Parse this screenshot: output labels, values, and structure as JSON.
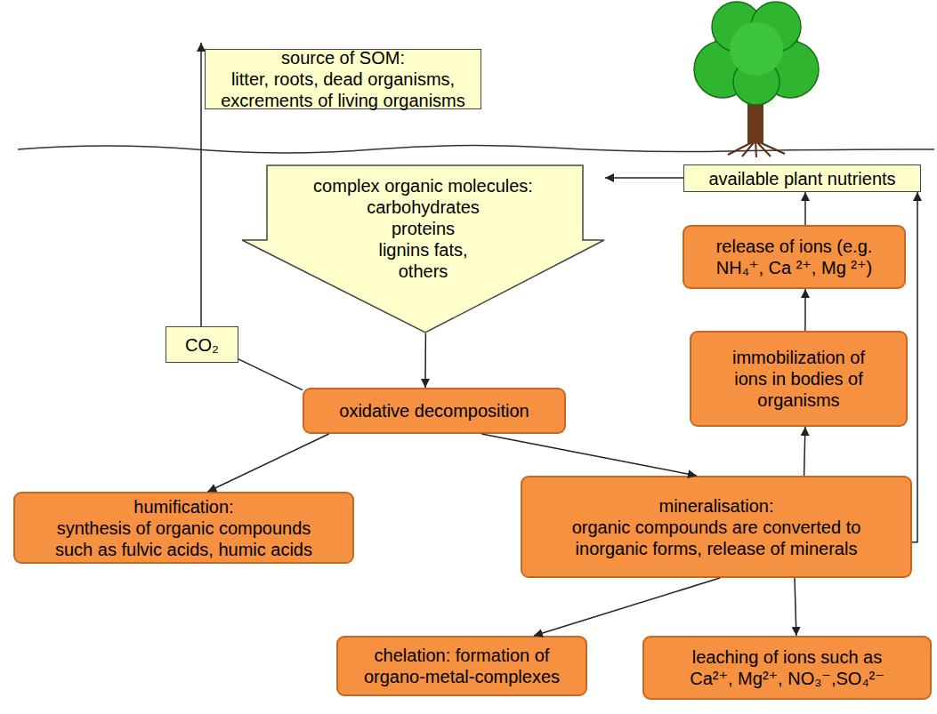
{
  "diagram": {
    "nodes": [
      {
        "text": [
          "source of SOM:",
          "litter, roots, dead organisms, excrements of living organisms"
        ]
      },
      {
        "text": [
          "available plant nutrients"
        ]
      },
      {
        "text": [
          "complex organic molecules:",
          "carbohydrates proteins lignins fats, others"
        ]
      },
      {
        "text": [
          "release of ions (e.g. NH₄⁺, Ca ²⁺, Mg ²⁺)"
        ]
      },
      {
        "text": [
          "CO₂"
        ]
      },
      {
        "text": [
          "immobilization of ions in bodies of organisms"
        ]
      },
      {
        "text": [
          "oxidative decomposition"
        ]
      },
      {
        "text": [
          "humification:",
          "synthesis of organic compounds such as fulvic acids, humic acids"
        ]
      },
      {
        "text": [
          "mineralisation:",
          "organic compounds are converted to inorganic forms, release of minerals"
        ]
      },
      {
        "text": [
          "chelation: formation of organo-metal-complexes"
        ]
      },
      {
        "text": [
          "leaching of ions such as Ca²⁺, Mg²⁺, NO₃⁻,SO₄²⁻"
        ]
      }
    ],
    "edges": [
      {
        "from": 1,
        "to": 2,
        "arrow": "to"
      },
      {
        "from": 2,
        "to": 6,
        "arrow": "to"
      },
      {
        "from": 4,
        "to": 6,
        "arrow": "none"
      },
      {
        "from": 6,
        "to": 7,
        "arrow": "to"
      },
      {
        "from": 6,
        "to": 8,
        "arrow": "to"
      },
      {
        "from": 8,
        "to": 5,
        "arrow": "to"
      },
      {
        "from": 5,
        "to": 3,
        "arrow": "to"
      },
      {
        "from": 3,
        "to": 1,
        "arrow": "to"
      },
      {
        "from": 8,
        "to": 1,
        "arrow": "to"
      },
      {
        "from": 8,
        "to": 9,
        "arrow": "to"
      },
      {
        "from": 8,
        "to": 10,
        "arrow": "to"
      }
    ]
  }
}
